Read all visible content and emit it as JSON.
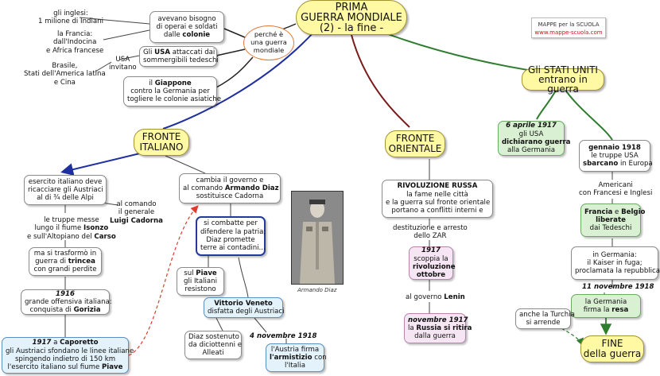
{
  "title": {
    "l1": "PRIMA",
    "l2": "GUERRA MONDIALE",
    "l3": "(2) - la fine -"
  },
  "brand": {
    "name": "MAPPE per la SCUOLA",
    "url": "www.mappe-scuola.com"
  },
  "photo_caption": "Armando Diaz",
  "top": {
    "perche": [
      "perché è",
      "una guerra",
      "mondiale"
    ],
    "operai": [
      "avevano bisogno",
      "di operai e soldati",
      "dalle ",
      "colonie"
    ],
    "usa_box": [
      "Gli ",
      "USA",
      " attaccati dai",
      "sommergibili tedeschi"
    ],
    "giappone": [
      "il ",
      "Giappone",
      "contro la Germania per",
      "togliere le colonie asiatiche"
    ],
    "inglesi": [
      "gli inglesi:",
      "1 milione di Indiani"
    ],
    "francia": [
      "la Francia:",
      "dall'Indocina",
      "e Africa francese"
    ],
    "brasile": [
      "Brasile,",
      "Stati dell'America latina",
      "e Cina"
    ],
    "usa_invitano": [
      "USA",
      "invitano"
    ]
  },
  "italiano": {
    "title": [
      "FRONTE",
      "ITALIANO"
    ],
    "esercito": [
      "esercito italiano deve",
      "ricacciare gli Austriaci",
      "al di ",
      "¾",
      " delle Alpi"
    ],
    "comando": [
      "al comando",
      "il generale",
      "Luigi Cadorna"
    ],
    "truppe": [
      "le truppe messe",
      "lungo il fiume ",
      "Isonzo",
      "e sull'Altopiano del ",
      "Carso"
    ],
    "trincea": [
      "ma si trasformò in",
      "guerra di ",
      "trincea",
      "con grandi perdite"
    ],
    "y1916": [
      "1916",
      "grande offensiva italiana:",
      "conquista di ",
      "Gorizia"
    ],
    "caporetto": [
      "1917",
      "  a ",
      "Caporetto",
      "gli Austriaci sfondano le linee italiane",
      "spingendo indietro di 150 km",
      "l'esercito italiano sul fiume ",
      "Piave"
    ],
    "cambia": [
      "cambia il governo e",
      "al comando ",
      "Armando Diaz",
      "sostituisce Cadorna"
    ],
    "combatte": [
      "si combatte per",
      "difendere la patria;",
      "Diaz promette",
      "terre ai contadini..."
    ],
    "piave": [
      "sul ",
      "Piave",
      "gli Italiani",
      "resistono"
    ],
    "vittorio": [
      "Vittorio Veneto",
      "disfatta degli Austriaci"
    ],
    "diaz_sost": [
      "Diaz sostenuto",
      "da diciottenni e",
      "Alleati"
    ],
    "nov1918": "4 novembre 1918",
    "armistizio": [
      "l'Austria firma",
      "l'armistizio",
      " con",
      "l'Italia"
    ]
  },
  "orientale": {
    "title": [
      "FRONTE",
      "ORIENTALE"
    ],
    "rivoluzione": [
      "RIVOLUZIONE RUSSA",
      "la fame nelle città",
      "e la guerra sul fronte orientale",
      "portano a conflitti interni e"
    ],
    "destituzione": [
      "destituzione e arresto",
      "dello ZAR"
    ],
    "ottobre": [
      "1917",
      "scoppia la",
      "rivoluzione",
      "ottobre"
    ],
    "lenin": [
      "al governo ",
      "Lenin"
    ],
    "ritira": [
      "novembre  1917",
      "la ",
      "Russia si ritira",
      "dalla guerra"
    ]
  },
  "usa": {
    "title": [
      "Gli STATI UNITI",
      "entrano in guerra"
    ],
    "aprile": [
      "6 aprile 1917",
      "gli USA",
      "dichiarano guerra",
      "alla Germania"
    ],
    "gennaio": [
      "gennaio 1918",
      "le truppe USA",
      "sbarcano",
      " in Europa"
    ],
    "americani": [
      "Americani",
      "con Francesi e Inglesi"
    ],
    "francia_belgio": [
      "Francia",
      " e ",
      "Belgio",
      "liberate",
      "dai Tedeschi"
    ],
    "germania": [
      "in Germania:",
      "il Kaiser in fuga;",
      "proclamata la repubblica"
    ],
    "nov11": "11 novembre 1918",
    "firma": [
      "la Germania",
      "firma la ",
      "resa"
    ],
    "turchia": [
      "anche la Turchia",
      "si arrende"
    ],
    "fine": [
      "FINE",
      "della guerra"
    ]
  },
  "colors": {
    "navy": "#1f2f9f",
    "green": "#2f7d2f",
    "darkred": "#7a1a1a",
    "dashed": "#e03b2c",
    "yellow": "#fff9a3"
  }
}
